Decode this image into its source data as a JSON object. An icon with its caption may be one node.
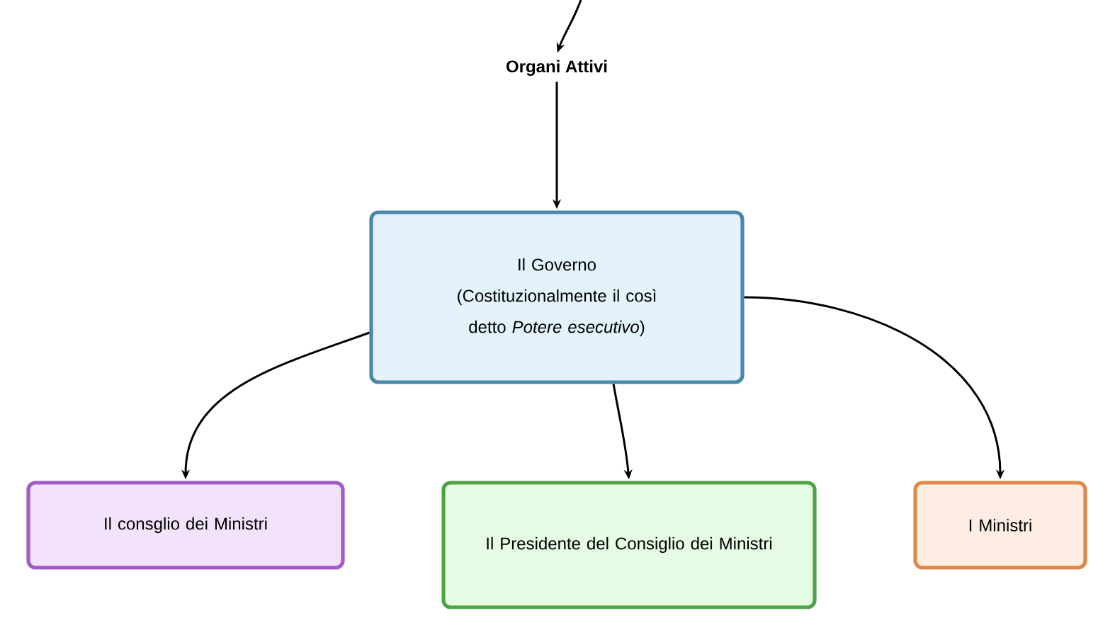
{
  "diagram": {
    "nodes": [
      {
        "text": [
          "Organi Attivi"
        ]
      },
      {
        "text": [
          "Il Governo",
          "(Costituzionalmente il così detto *Potere esecutivo*)"
        ]
      },
      {
        "text": [
          "Il consglio dei Ministri"
        ]
      },
      {
        "text": [
          "Il Presidente del Consiglio dei Ministri"
        ]
      },
      {
        "text": [
          "I Ministri"
        ]
      }
    ],
    "edges": [
      {
        "from": null,
        "to": 0,
        "arrow": "to"
      },
      {
        "from": 0,
        "to": 1,
        "arrow": "to"
      },
      {
        "from": 1,
        "to": 2,
        "arrow": "to"
      },
      {
        "from": 1,
        "to": 3,
        "arrow": "to"
      },
      {
        "from": 1,
        "to": 4,
        "arrow": "to"
      }
    ]
  }
}
